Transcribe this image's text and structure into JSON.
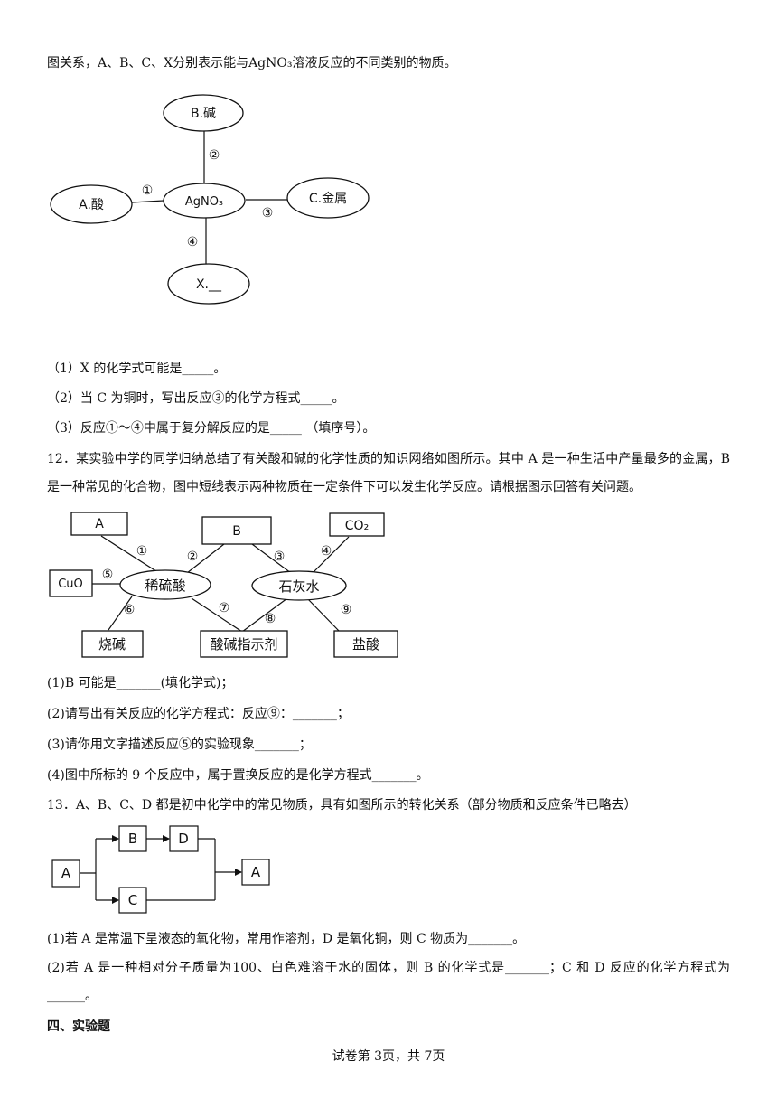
{
  "q11": {
    "intro": "图关系，A、B、C、X分别表示能与AgNO₃溶液反应的不同类别的物质。",
    "diagram": {
      "center": "AgNO₃",
      "top": "B.碱",
      "left": "A.酸",
      "right": "C.金属",
      "bottom": "X.__",
      "n1": "①",
      "n2": "②",
      "n3": "③",
      "n4": "④"
    },
    "sub1": "（1）X 的化学式可能是_____。",
    "sub2": "（2）当 C 为铜时，写出反应③的化学方程式_____。",
    "sub3": "（3）反应①～④中属于复分解反应的是_____ （填序号）。"
  },
  "q12": {
    "stem": "12．某实验中学的同学归纳总结了有关酸和碱的化学性质的知识网络如图所示。其中 A 是一种生活中产量最多的金属，B 是一种常见的化合物，图中短线表示两种物质在一定条件下可以发生化学反应。请根据图示回答有关问题。",
    "diagram": {
      "A": "A",
      "B": "B",
      "CO2": "CO₂",
      "CuO": "CuO",
      "acid": "稀硫酸",
      "lime": "石灰水",
      "caustic": "烧碱",
      "indicator": "酸碱指示剂",
      "hcl": "盐酸",
      "n1": "①",
      "n2": "②",
      "n3": "③",
      "n4": "④",
      "n5": "⑤",
      "n6": "⑥",
      "n7": "⑦",
      "n8": "⑧",
      "n9": "⑨"
    },
    "sub1": "(1)B 可能是_______(填化学式)；",
    "sub2": "(2)请写出有关反应的化学方程式：反应⑨：_______；",
    "sub3": "(3)请你用文字描述反应⑤的实验现象_______；",
    "sub4": "(4)图中所标的 9 个反应中，属于置换反应的是化学方程式_______。"
  },
  "q13": {
    "stem": "13．A、B、C、D 都是初中化学中的常见物质，具有如图所示的转化关系（部分物质和反应条件已略去）",
    "diagram": {
      "A_left": "A",
      "B": "B",
      "D": "D",
      "C": "C",
      "A_right": "A"
    },
    "sub1": "(1)若 A 是常温下呈液态的氧化物，常用作溶剂，D 是氧化铜，则 C 物质为_______。",
    "sub2": "(2)若 A 是一种相对分子质量为100、白色难溶于水的固体，则 B 的化学式是_______；C 和 D 反应的化学方程式为______。"
  },
  "section4": "四、实验题",
  "footer": "试卷第 3页，共 7页"
}
